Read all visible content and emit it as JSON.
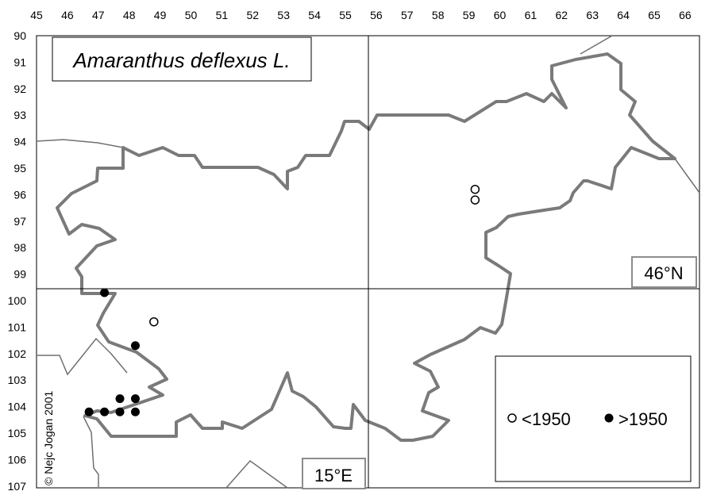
{
  "title": "Amaranthus deflexus L.",
  "x_ticks": [
    "45",
    "46",
    "47",
    "48",
    "49",
    "50",
    "51",
    "52",
    "53",
    "54",
    "55",
    "56",
    "57",
    "58",
    "59",
    "60",
    "61",
    "62",
    "63",
    "64",
    "65",
    "66"
  ],
  "y_ticks": [
    "90",
    "91",
    "92",
    "93",
    "94",
    "95",
    "96",
    "97",
    "98",
    "99",
    "100",
    "101",
    "102",
    "103",
    "104",
    "105",
    "106",
    "107"
  ],
  "lat_label": "46°N",
  "lon_label": "15°E",
  "credit": "© Nejc Jogan 2001",
  "legend": {
    "before_label": "<1950",
    "after_label": ">1950"
  },
  "colors": {
    "border": "#7a7a7a",
    "thin_border": "#707070",
    "grid": "#000000",
    "legend_frame": "#000000",
    "label_frame": "#8c8c8c"
  },
  "records": {
    "before_1950": [
      [
        59.2,
        95.8
      ],
      [
        59.2,
        96.2
      ],
      [
        48.8,
        100.8
      ]
    ],
    "after_1950": [
      [
        47.2,
        99.7
      ],
      [
        48.2,
        101.7
      ],
      [
        47.7,
        103.7
      ],
      [
        48.2,
        103.7
      ],
      [
        46.7,
        104.2
      ],
      [
        47.2,
        104.2
      ],
      [
        47.7,
        104.2
      ],
      [
        48.2,
        104.2
      ]
    ]
  }
}
